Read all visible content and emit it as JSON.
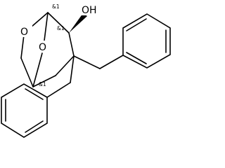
{
  "structure": {
    "atoms": {
      "ether_oxygen": "O",
      "bridge_oxygen": "O",
      "hydroxyl": "OH"
    },
    "stereo_labels": {
      "bridgehead_top": "&1",
      "carbinol": "&1",
      "bridgehead_bottom": "&1"
    },
    "substituents": [
      "benzyl",
      "benzyl"
    ],
    "colors": {
      "bonds": "#000000",
      "background": "#ffffff"
    }
  }
}
